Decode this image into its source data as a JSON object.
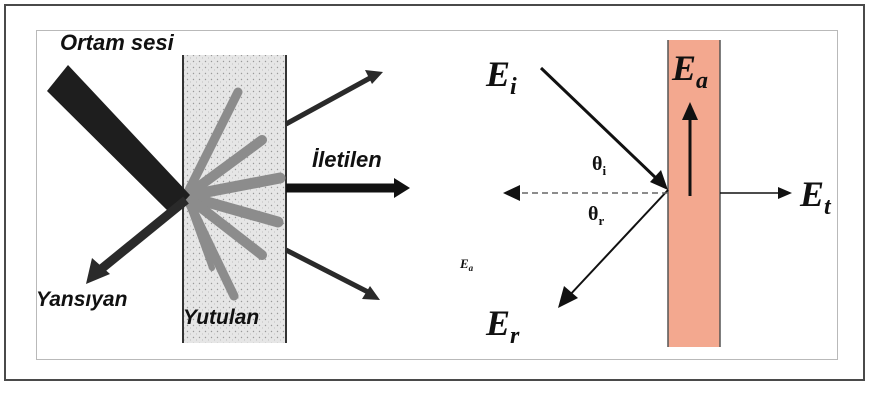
{
  "colors": {
    "frame": "#4a4a4a",
    "inner_border": "#b9b9b9",
    "wall_speckle": "#d9d9d9",
    "ray_dark": "#222222",
    "ray_gray": "#8c8c8c",
    "slab": "#f3a88f",
    "slab_edge": "#555555",
    "text": "#111111"
  },
  "left_figure": {
    "incident_label": "Ortam sesi",
    "transmitted_label": "İletilen",
    "reflected_label": "Yansıyan",
    "absorbed_label": "Yutulan"
  },
  "right_figure": {
    "incident": {
      "letter": "E",
      "sub": "i"
    },
    "reflected": {
      "letter": "E",
      "sub": "r"
    },
    "absorbed": {
      "letter": "E",
      "sub": "a"
    },
    "transmitted": {
      "letter": "E",
      "sub": "t"
    },
    "small_label": {
      "letter": "E",
      "sub": "a"
    },
    "angle_incident": {
      "letter": "θ",
      "sub": "i"
    },
    "angle_reflected": {
      "letter": "θ",
      "sub": "r"
    }
  }
}
